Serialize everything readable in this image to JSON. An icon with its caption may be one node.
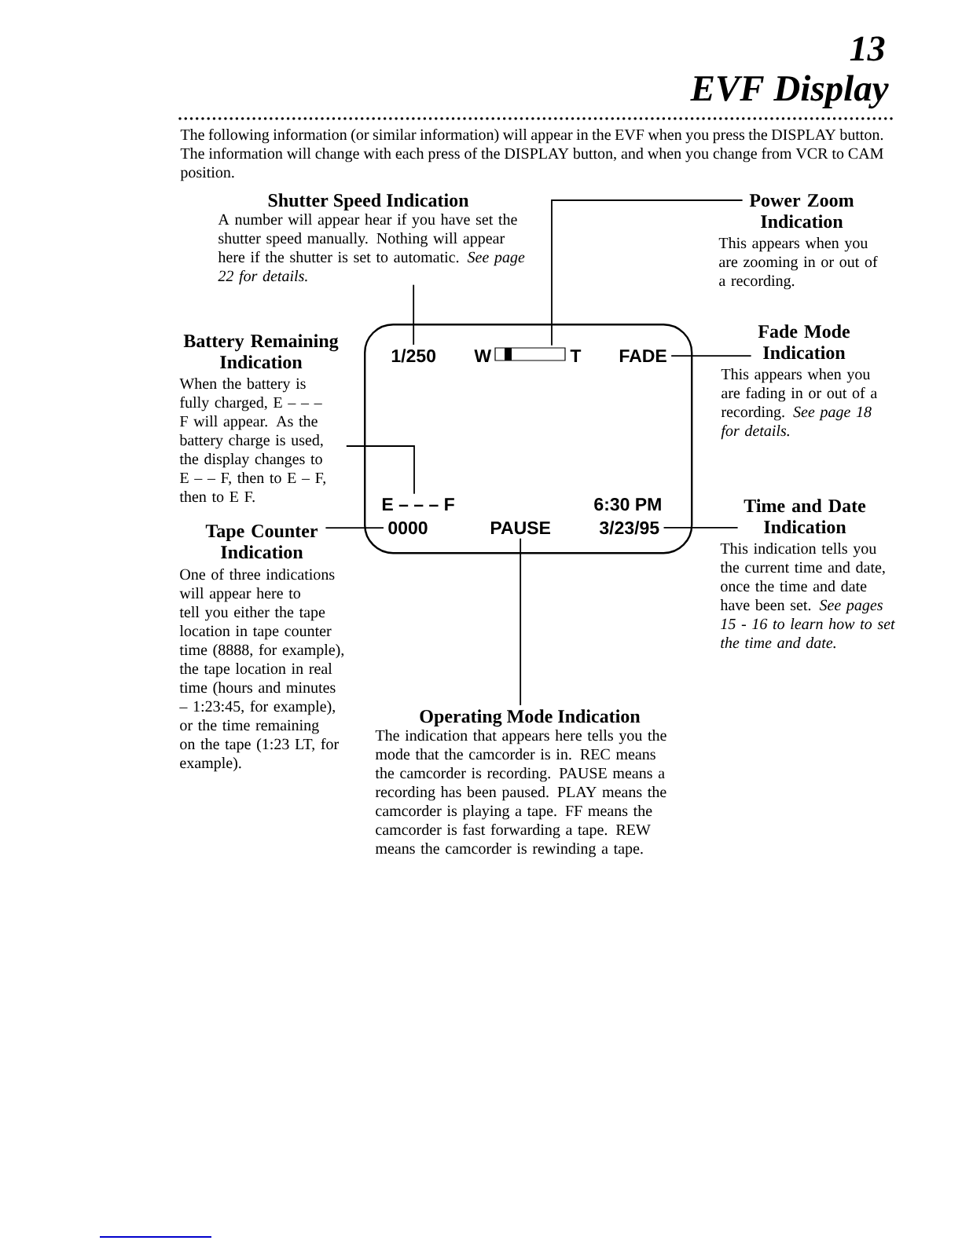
{
  "diagram": {
    "title": "EVF Display",
    "nodes": [
      {
        "text": [
          "Shutter Speed Indication",
          "A number will appear hear if you have set the shutter speed manually. Nothing will appear here if the shutter is set to automatic. *See page 22 for details.*"
        ]
      },
      {
        "text": [
          "Power Zoom Indication",
          "This appears when you are zooming in or out of a recording."
        ]
      },
      {
        "text": [
          "Battery Remaining Indication",
          "When the battery is fully charged, E – – – F will appear. As the battery charge is used, the display changes to E – – F, then to E – F, then to E F."
        ]
      },
      {
        "text": [],
        "shape": "box"
      },
      {
        "text": [
          "1/250"
        ],
        "in": 3
      },
      {
        "text": [
          "W",
          "T"
        ],
        "in": 3
      },
      {
        "text": [
          "FADE"
        ],
        "in": 3
      },
      {
        "text": [
          "E – – – F"
        ],
        "in": 3
      },
      {
        "text": [
          "6:30 PM"
        ],
        "in": 3
      },
      {
        "text": [
          "0000"
        ],
        "in": 3
      },
      {
        "text": [
          "PAUSE"
        ],
        "in": 3
      },
      {
        "text": [
          "3/23/95"
        ],
        "in": 3
      },
      {
        "text": [
          "Fade Mode Indication",
          "This appears when you are fading in or out of a recording. *See page 18 for details.*"
        ]
      },
      {
        "text": [
          "Tape Counter Indication",
          "One of three indications will appear here to tell you either the tape location in tape counter time (8888, for example), the tape location in real time (hours and minutes – 1:23:45, for example), or the time remaining on the tape (1:23 LT, for example)."
        ]
      },
      {
        "text": [
          "Time and Date Indication",
          "This indication tells you the current time and date, once the time and date have been set. *See pages 15 - 16 to learn how to set the time and date.*"
        ]
      },
      {
        "text": [
          "Operating Mode Indication",
          "The indication that appears here tells you the mode that the camcorder is in. REC means the camcorder is recording. PAUSE means a recording has been paused. PLAY means the camcorder is playing a tape. FF means the camcorder is fast forwarding a tape. REW means the camcorder is rewinding a tape."
        ]
      }
    ],
    "edges": [
      {
        "from": 0,
        "to": 4,
        "arrow": "none"
      },
      {
        "from": 1,
        "to": 5,
        "arrow": "none"
      },
      {
        "from": 2,
        "to": 7,
        "arrow": "none"
      },
      {
        "from": 12,
        "to": 6,
        "arrow": "none"
      },
      {
        "from": 13,
        "to": 9,
        "arrow": "none"
      },
      {
        "from": 14,
        "to": 11,
        "arrow": "none"
      },
      {
        "from": 15,
        "to": 10,
        "arrow": "none"
      }
    ],
    "labels": [
      "13",
      "The following information (or similar information) will appear in the EVF when you press the DISPLAY button. The information will change with each press of the DISPLAY button, and when you change from VCR to CAM position."
    ]
  }
}
